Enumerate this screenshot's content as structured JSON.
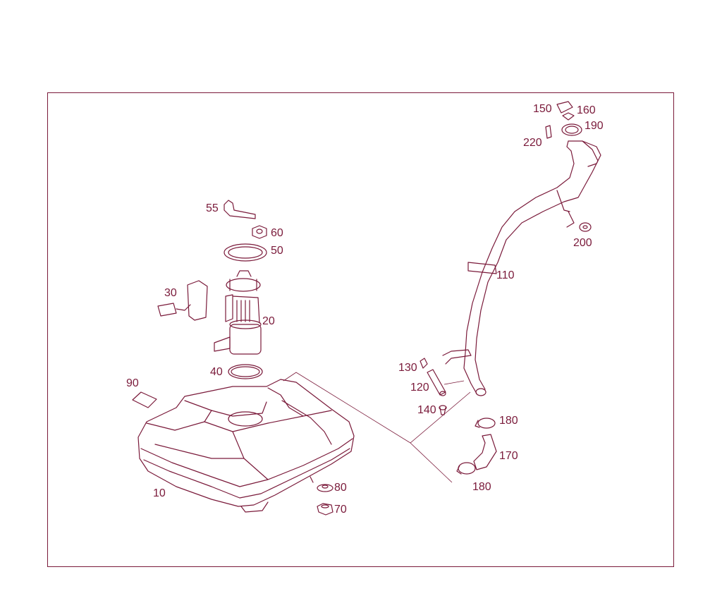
{
  "diagram": {
    "line_color": "#7a1a3a",
    "parts": [
      {
        "id": "p10",
        "label": "10",
        "name": "fuel-tank"
      },
      {
        "id": "p20",
        "label": "20",
        "name": "fuel-pump-module"
      },
      {
        "id": "p30",
        "label": "30",
        "name": "fuel-level-sender"
      },
      {
        "id": "p40",
        "label": "40",
        "name": "seal-ring"
      },
      {
        "id": "p50",
        "label": "50",
        "name": "locking-ring"
      },
      {
        "id": "p55",
        "label": "55",
        "name": "clip"
      },
      {
        "id": "p60",
        "label": "60",
        "name": "nut"
      },
      {
        "id": "p70",
        "label": "70",
        "name": "rubber-mount"
      },
      {
        "id": "p80",
        "label": "80",
        "name": "washer"
      },
      {
        "id": "p90",
        "label": "90",
        "name": "pad"
      },
      {
        "id": "p110",
        "label": "110",
        "name": "filler-neck"
      },
      {
        "id": "p120",
        "label": "120",
        "name": "vent-hose"
      },
      {
        "id": "p130",
        "label": "130",
        "name": "clamp"
      },
      {
        "id": "p140",
        "label": "140",
        "name": "bolt"
      },
      {
        "id": "p150",
        "label": "150",
        "name": "filler-cap-tether"
      },
      {
        "id": "p160",
        "label": "160",
        "name": "cap-seal"
      },
      {
        "id": "p170",
        "label": "170",
        "name": "connecting-hose"
      },
      {
        "id": "p180a",
        "label": "180",
        "name": "hose-clamp-upper"
      },
      {
        "id": "p180b",
        "label": "180",
        "name": "hose-clamp-lower"
      },
      {
        "id": "p190",
        "label": "190",
        "name": "filler-ring"
      },
      {
        "id": "p200",
        "label": "200",
        "name": "grommet"
      },
      {
        "id": "p220",
        "label": "220",
        "name": "screw"
      }
    ]
  }
}
